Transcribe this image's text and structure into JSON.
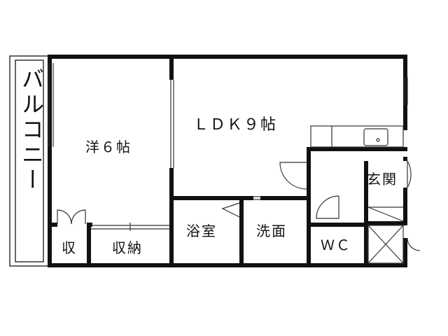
{
  "rooms": {
    "balcony": "バルコニー",
    "western_room": "洋６帖",
    "ldk": "ＬＤＫ９帖",
    "storage_small": "収",
    "closet": "収納",
    "bathroom": "浴室",
    "washroom": "洗面",
    "entrance": "玄関",
    "toilet": "ＷＣ"
  },
  "colors": {
    "wall": "#111111",
    "line": "#333333",
    "background": "#ffffff"
  }
}
